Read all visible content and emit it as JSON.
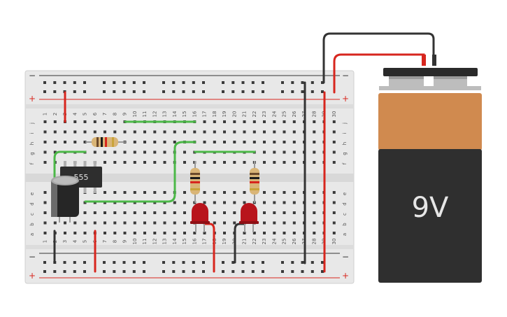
{
  "breadboard": {
    "rail_minus": "−",
    "rail_plus": "+",
    "column_numbers": [
      "1",
      "2",
      "3",
      "4",
      "5",
      "6",
      "7",
      "8",
      "9",
      "10",
      "11",
      "12",
      "13",
      "14",
      "15",
      "16",
      "17",
      "18",
      "19",
      "20",
      "21",
      "22",
      "23",
      "24",
      "25",
      "26",
      "27",
      "28",
      "29",
      "30"
    ],
    "top_rows": [
      "j",
      "i",
      "h",
      "g",
      "f"
    ],
    "bottom_rows": [
      "e",
      "d",
      "c",
      "b",
      "a"
    ]
  },
  "chip": {
    "label": "555"
  },
  "battery": {
    "label": "9V"
  },
  "colors": {
    "wire_red": "#d7261e",
    "wire_black": "#333333",
    "wire_green": "#4cb848",
    "led_red": "#b8141c",
    "battery_top": "#d08a4f",
    "battery_body": "#2f2f2f",
    "board": "#e8e8e8"
  }
}
